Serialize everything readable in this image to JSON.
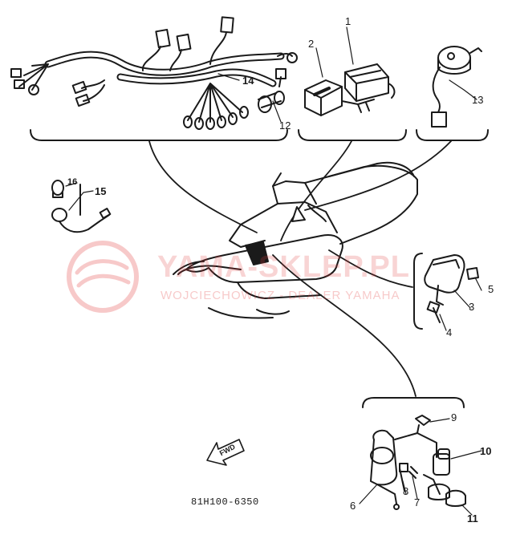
{
  "watermark": {
    "main": "YAMA-SKLEP.PL",
    "sub": "WOJCIECHOWICZ - DEALER YAMAHA",
    "color": "#e13c3c"
  },
  "part_code": "81H100-6350",
  "fwd_arrow": "FWD",
  "callouts": {
    "c1": "1",
    "c2": "2",
    "c3": "3",
    "c4": "4",
    "c5": "5",
    "c6": "6",
    "c7": "7",
    "c8": "8",
    "c9": "9",
    "c10": "10",
    "c11": "11",
    "c12": "12",
    "c13": "13",
    "c14": "14",
    "c15": "15",
    "c16": "16"
  },
  "colors": {
    "ink": "#1a1a1a"
  }
}
